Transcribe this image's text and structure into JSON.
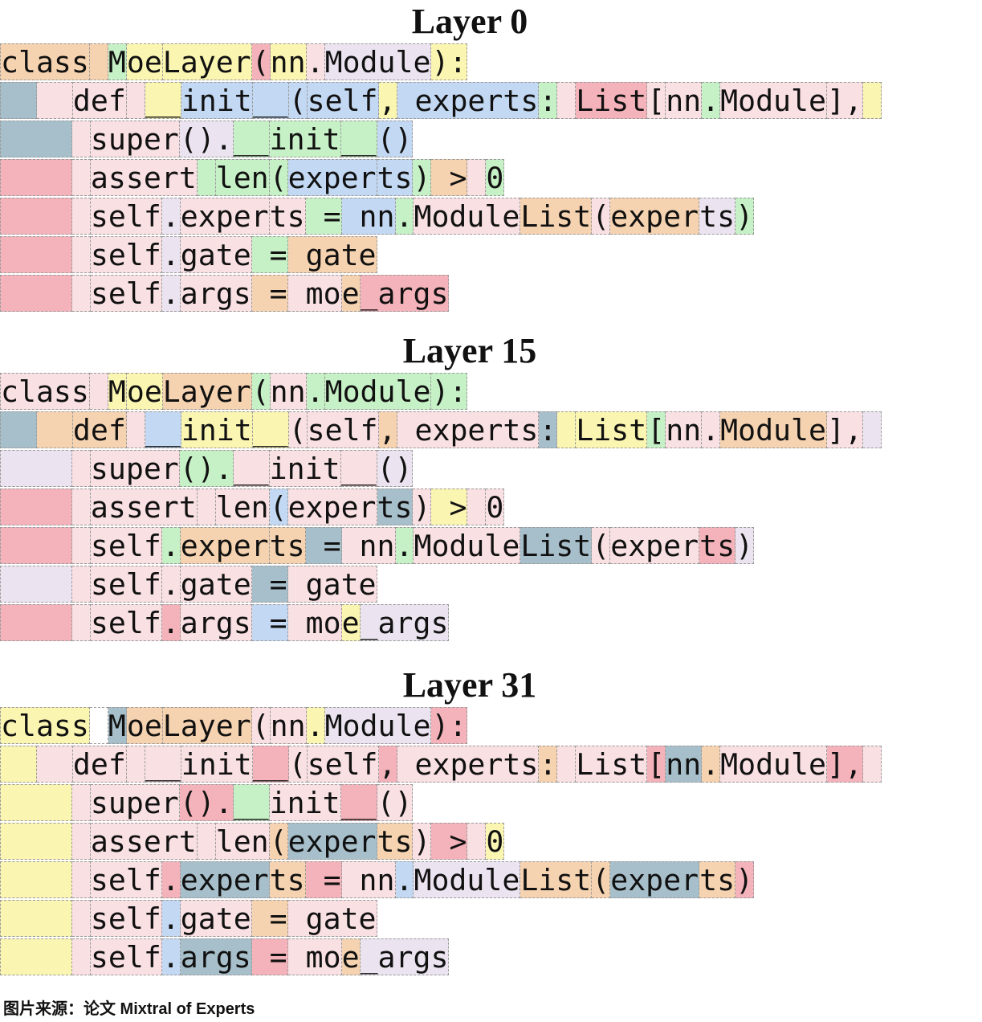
{
  "colors": {
    "o": "#f6d3b0",
    "g": "#c6f0c5",
    "y": "#fbf5b2",
    "p": "#f9e0e3",
    "v": "#ebe4f0",
    "b": "#c3d8f2",
    "r": "#f4b3ba",
    "s": "#a7bfca",
    "w": "#ffffff"
  },
  "layers": [
    {
      "title": "Layer 0",
      "lines": [
        [
          [
            "class",
            "o"
          ],
          [
            " ",
            "o"
          ],
          [
            "M",
            "g"
          ],
          [
            "oe",
            "y"
          ],
          [
            "Layer",
            "y"
          ],
          [
            "(",
            "r"
          ],
          [
            "nn",
            "y"
          ],
          [
            ".",
            "p"
          ],
          [
            "Module",
            "v"
          ],
          [
            "):",
            "y"
          ]
        ],
        [
          [
            "  ",
            "s"
          ],
          [
            "  ",
            "p"
          ],
          [
            "def",
            "p"
          ],
          [
            " ",
            "p"
          ],
          [
            "__",
            "y"
          ],
          [
            "init",
            "b"
          ],
          [
            "__",
            "b"
          ],
          [
            "(",
            "b"
          ],
          [
            "self",
            "b"
          ],
          [
            ",",
            "y"
          ],
          [
            " experts",
            "b"
          ],
          [
            ":",
            "g"
          ],
          [
            " ",
            "p"
          ],
          [
            "List",
            "r"
          ],
          [
            "[",
            "p"
          ],
          [
            "nn",
            "p"
          ],
          [
            ".",
            "g"
          ],
          [
            "Module",
            "p"
          ],
          [
            "],",
            "p"
          ],
          [
            " ",
            "y"
          ]
        ],
        [
          [
            "    ",
            "s"
          ],
          [
            " ",
            "p"
          ],
          [
            "super",
            "p"
          ],
          [
            "().",
            "v"
          ],
          [
            "__",
            "g"
          ],
          [
            "init",
            "g"
          ],
          [
            "__",
            "g"
          ],
          [
            "()",
            "b"
          ]
        ],
        [
          [
            "    ",
            "r"
          ],
          [
            " ",
            "p"
          ],
          [
            "assert",
            "p"
          ],
          [
            " ",
            "g"
          ],
          [
            "len",
            "g"
          ],
          [
            "(",
            "g"
          ],
          [
            "exper",
            "b"
          ],
          [
            "ts",
            "b"
          ],
          [
            ")",
            "g"
          ],
          [
            " >",
            "o"
          ],
          [
            " ",
            "p"
          ],
          [
            "0",
            "g"
          ]
        ],
        [
          [
            "    ",
            "r"
          ],
          [
            " ",
            "p"
          ],
          [
            "self",
            "p"
          ],
          [
            ".",
            "v"
          ],
          [
            "exper",
            "p"
          ],
          [
            "ts",
            "p"
          ],
          [
            " =",
            "g"
          ],
          [
            " nn",
            "b"
          ],
          [
            ".",
            "g"
          ],
          [
            "Module",
            "p"
          ],
          [
            "List",
            "o"
          ],
          [
            "(",
            "p"
          ],
          [
            "exper",
            "o"
          ],
          [
            "ts",
            "v"
          ],
          [
            ")",
            "g"
          ]
        ],
        [
          [
            "    ",
            "r"
          ],
          [
            " ",
            "p"
          ],
          [
            "self",
            "p"
          ],
          [
            ".",
            "v"
          ],
          [
            "gate",
            "p"
          ],
          [
            " =",
            "g"
          ],
          [
            " gate",
            "o"
          ]
        ],
        [
          [
            "    ",
            "r"
          ],
          [
            " ",
            "p"
          ],
          [
            "self",
            "p"
          ],
          [
            ".",
            "v"
          ],
          [
            "args",
            "p"
          ],
          [
            " =",
            "o"
          ],
          [
            " mo",
            "p"
          ],
          [
            "e",
            "o"
          ],
          [
            "_args",
            "r"
          ]
        ]
      ]
    },
    {
      "title": "Layer 15",
      "lines": [
        [
          [
            "class",
            "p"
          ],
          [
            " ",
            "p"
          ],
          [
            "M",
            "y"
          ],
          [
            "oe",
            "y"
          ],
          [
            "Layer",
            "o"
          ],
          [
            "(",
            "g"
          ],
          [
            "nn",
            "p"
          ],
          [
            ".",
            "g"
          ],
          [
            "Module",
            "g"
          ],
          [
            "):",
            "g"
          ]
        ],
        [
          [
            "  ",
            "s"
          ],
          [
            "  ",
            "o"
          ],
          [
            "def",
            "o"
          ],
          [
            " ",
            "p"
          ],
          [
            "__",
            "b"
          ],
          [
            "init",
            "y"
          ],
          [
            "__",
            "y"
          ],
          [
            "(",
            "p"
          ],
          [
            "self",
            "p"
          ],
          [
            ",",
            "o"
          ],
          [
            " experts",
            "p"
          ],
          [
            ":",
            "s"
          ],
          [
            " ",
            "y"
          ],
          [
            "List",
            "y"
          ],
          [
            "[",
            "g"
          ],
          [
            "nn",
            "p"
          ],
          [
            ".",
            "p"
          ],
          [
            "Module",
            "o"
          ],
          [
            "],",
            "p"
          ],
          [
            " ",
            "v"
          ]
        ],
        [
          [
            "    ",
            "v"
          ],
          [
            " ",
            "p"
          ],
          [
            "super",
            "p"
          ],
          [
            "().",
            "g"
          ],
          [
            "__",
            "p"
          ],
          [
            "init",
            "p"
          ],
          [
            "__",
            "p"
          ],
          [
            "()",
            "v"
          ]
        ],
        [
          [
            "    ",
            "r"
          ],
          [
            " ",
            "p"
          ],
          [
            "assert",
            "p"
          ],
          [
            " ",
            "p"
          ],
          [
            "len",
            "p"
          ],
          [
            "(",
            "b"
          ],
          [
            "exper",
            "p"
          ],
          [
            "ts",
            "s"
          ],
          [
            ")",
            "p"
          ],
          [
            " >",
            "y"
          ],
          [
            " ",
            "p"
          ],
          [
            "0",
            "p"
          ]
        ],
        [
          [
            "    ",
            "r"
          ],
          [
            " ",
            "p"
          ],
          [
            "self",
            "p"
          ],
          [
            ".",
            "g"
          ],
          [
            "exper",
            "o"
          ],
          [
            "ts",
            "o"
          ],
          [
            " =",
            "s"
          ],
          [
            " nn",
            "p"
          ],
          [
            ".",
            "g"
          ],
          [
            "Module",
            "p"
          ],
          [
            "List",
            "s"
          ],
          [
            "(",
            "p"
          ],
          [
            "exper",
            "p"
          ],
          [
            "ts",
            "r"
          ],
          [
            ")",
            "v"
          ]
        ],
        [
          [
            "    ",
            "v"
          ],
          [
            " ",
            "p"
          ],
          [
            "self",
            "p"
          ],
          [
            ".",
            "p"
          ],
          [
            "gate",
            "p"
          ],
          [
            " =",
            "s"
          ],
          [
            " gate",
            "p"
          ]
        ],
        [
          [
            "    ",
            "r"
          ],
          [
            " ",
            "p"
          ],
          [
            "self",
            "p"
          ],
          [
            ".",
            "r"
          ],
          [
            "args",
            "p"
          ],
          [
            " =",
            "b"
          ],
          [
            " mo",
            "p"
          ],
          [
            "e",
            "y"
          ],
          [
            "_args",
            "v"
          ]
        ]
      ]
    },
    {
      "title": "Layer 31",
      "lines": [
        [
          [
            "class",
            "y"
          ],
          [
            " ",
            "w"
          ],
          [
            "M",
            "s"
          ],
          [
            "oe",
            "o"
          ],
          [
            "Layer",
            "o"
          ],
          [
            "(",
            "p"
          ],
          [
            "nn",
            "p"
          ],
          [
            ".",
            "y"
          ],
          [
            "Module",
            "v"
          ],
          [
            "):",
            "r"
          ]
        ],
        [
          [
            "  ",
            "y"
          ],
          [
            "  ",
            "p"
          ],
          [
            "def",
            "p"
          ],
          [
            " ",
            "p"
          ],
          [
            "__",
            "p"
          ],
          [
            "init",
            "p"
          ],
          [
            "__",
            "r"
          ],
          [
            "(",
            "p"
          ],
          [
            "self",
            "p"
          ],
          [
            ",",
            "r"
          ],
          [
            " experts",
            "p"
          ],
          [
            ":",
            "o"
          ],
          [
            " ",
            "p"
          ],
          [
            "List",
            "p"
          ],
          [
            "[",
            "r"
          ],
          [
            "nn",
            "s"
          ],
          [
            ".",
            "o"
          ],
          [
            "Module",
            "p"
          ],
          [
            "],",
            "r"
          ],
          [
            " ",
            "p"
          ]
        ],
        [
          [
            "    ",
            "y"
          ],
          [
            " ",
            "p"
          ],
          [
            "super",
            "p"
          ],
          [
            "().",
            "r"
          ],
          [
            "__",
            "g"
          ],
          [
            "init",
            "p"
          ],
          [
            "__",
            "r"
          ],
          [
            "()",
            "p"
          ]
        ],
        [
          [
            "    ",
            "y"
          ],
          [
            " ",
            "p"
          ],
          [
            "assert",
            "p"
          ],
          [
            " ",
            "p"
          ],
          [
            "len",
            "p"
          ],
          [
            "(",
            "o"
          ],
          [
            "exper",
            "s"
          ],
          [
            "ts",
            "o"
          ],
          [
            ")",
            "p"
          ],
          [
            " >",
            "r"
          ],
          [
            " ",
            "p"
          ],
          [
            "0",
            "y"
          ]
        ],
        [
          [
            "    ",
            "y"
          ],
          [
            " ",
            "p"
          ],
          [
            "self",
            "p"
          ],
          [
            ".",
            "r"
          ],
          [
            "exper",
            "s"
          ],
          [
            "ts",
            "o"
          ],
          [
            " =",
            "r"
          ],
          [
            " nn",
            "p"
          ],
          [
            ".",
            "b"
          ],
          [
            "Module",
            "v"
          ],
          [
            "List",
            "o"
          ],
          [
            "(",
            "o"
          ],
          [
            "exper",
            "s"
          ],
          [
            "ts",
            "o"
          ],
          [
            ")",
            "r"
          ]
        ],
        [
          [
            "    ",
            "y"
          ],
          [
            " ",
            "p"
          ],
          [
            "self",
            "p"
          ],
          [
            ".",
            "b"
          ],
          [
            "gate",
            "p"
          ],
          [
            " =",
            "o"
          ],
          [
            " gate",
            "p"
          ]
        ],
        [
          [
            "    ",
            "y"
          ],
          [
            " ",
            "p"
          ],
          [
            "self",
            "p"
          ],
          [
            ".",
            "b"
          ],
          [
            "args",
            "s"
          ],
          [
            " =",
            "r"
          ],
          [
            " mo",
            "p"
          ],
          [
            "e",
            "o"
          ],
          [
            "_args",
            "v"
          ]
        ]
      ]
    }
  ],
  "caption": "图片来源：论文 Mixtral of Experts"
}
